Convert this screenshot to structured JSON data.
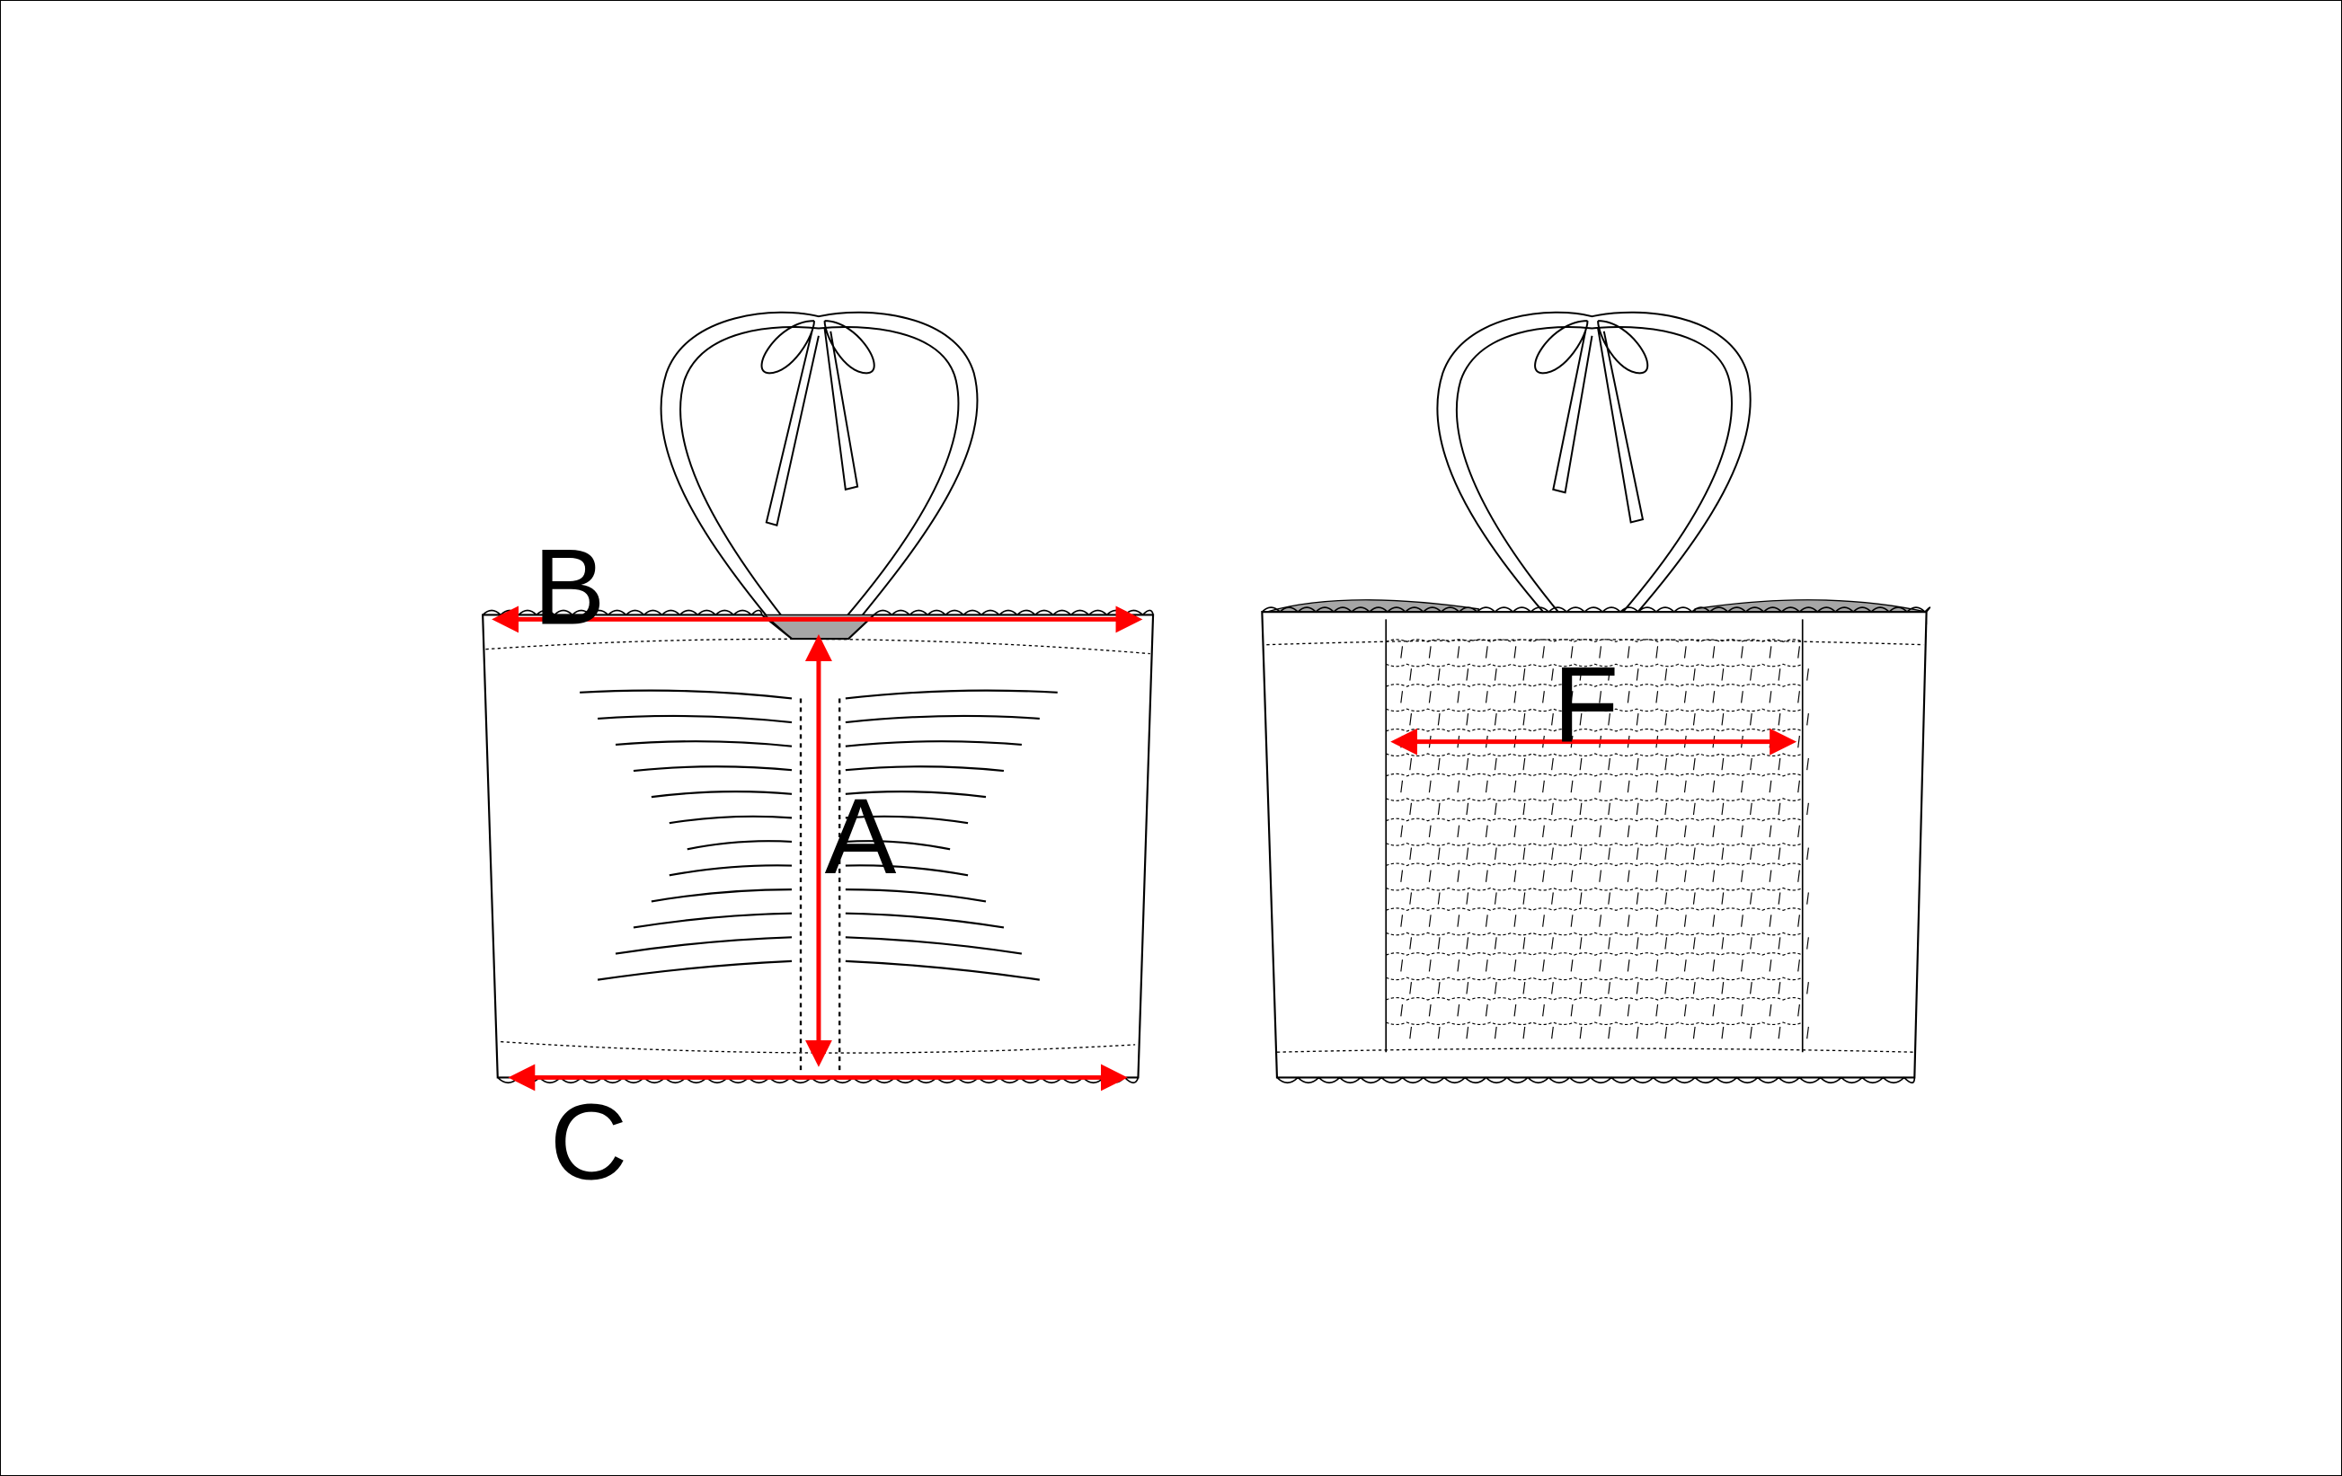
{
  "labels": {
    "a": "A",
    "b": "B",
    "c": "C",
    "f": "F"
  },
  "colors": {
    "arrow": "#ff0000",
    "line": "#000000",
    "shade": "#a6a6a6",
    "fill": "#ffffff"
  }
}
